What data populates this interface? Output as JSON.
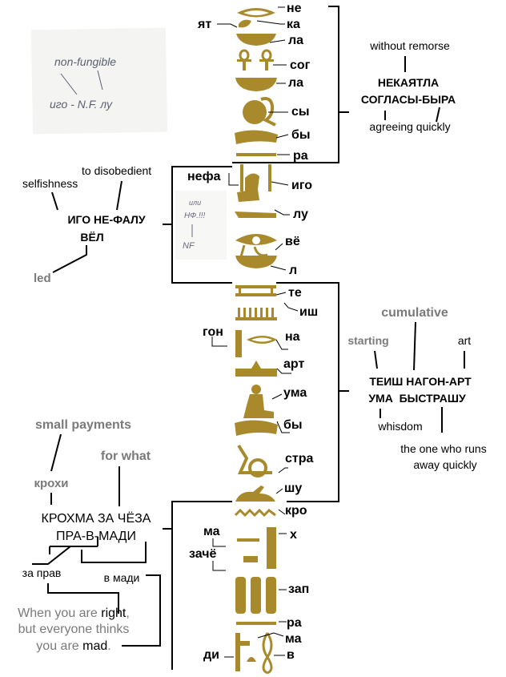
{
  "column_syllables": {
    "ne": "не",
    "ka": "ка",
    "la1": "ла",
    "sog": "сог",
    "la2": "ла",
    "sy": "сы",
    "by1": "бы",
    "ra1": "ра",
    "nefa": "нефа",
    "igo": "иго",
    "lu": "лу",
    "vyo": "вё",
    "l": "л",
    "te": "те",
    "ish": "иш",
    "gon": "гон",
    "na": "на",
    "art": "арт",
    "uma": "ума",
    "by2": "бы",
    "stra": "стра",
    "shu": "шу",
    "kro": "кро",
    "ma1": "ма",
    "kh": "х",
    "zache": "зачё",
    "zap": "зап",
    "ra2": "ра",
    "ma2": "ма",
    "di": "ди",
    "v": "в",
    "yat": "ят"
  },
  "group1": {
    "top_note": "without remorse",
    "line1": "НЕКАЯТЛА",
    "line2": "СОГЛАСЫ-БЫРА",
    "bottom_note": "agreeing quickly"
  },
  "group2": {
    "note_selfishness": "selfishness",
    "note_disobedient": "to disobedient",
    "line1": "ИГО НЕ-ФАЛУ",
    "line2": "ВЁЛ",
    "note_led": "led"
  },
  "photo_note": {
    "line_top": "non-fungible",
    "line_bottom": "иго - N.F. лу",
    "side_1": "или",
    "side_2": "НФ.!!!",
    "side_3": "NF"
  },
  "group3": {
    "note_cumulative": "cumulative",
    "note_starting": "starting",
    "note_art": "art",
    "line1": "ТЕИШ НАГОН-АРТ",
    "line2": "УМА  БЫСТРАШУ",
    "note_whisdom": "whisdom",
    "note_runs_1": "the one who runs",
    "note_runs_2": "away quickly"
  },
  "group4": {
    "note_small_payments": "small payments",
    "note_for_what": "for what",
    "word_krokhi": "крохи",
    "line1": "КРОХМА ЗА ЧЁЗА",
    "line2": "ПРА-В-МАДИ",
    "word_za_prav": "за прав",
    "word_v_madi": "в мади",
    "meaning_1_start": "When you are ",
    "meaning_1_right": "right",
    "meaning_1_end": ",",
    "meaning_2": "but everyone thinks",
    "meaning_3_start": "you are ",
    "meaning_3_mad": "mad",
    "meaning_3_end": "."
  }
}
